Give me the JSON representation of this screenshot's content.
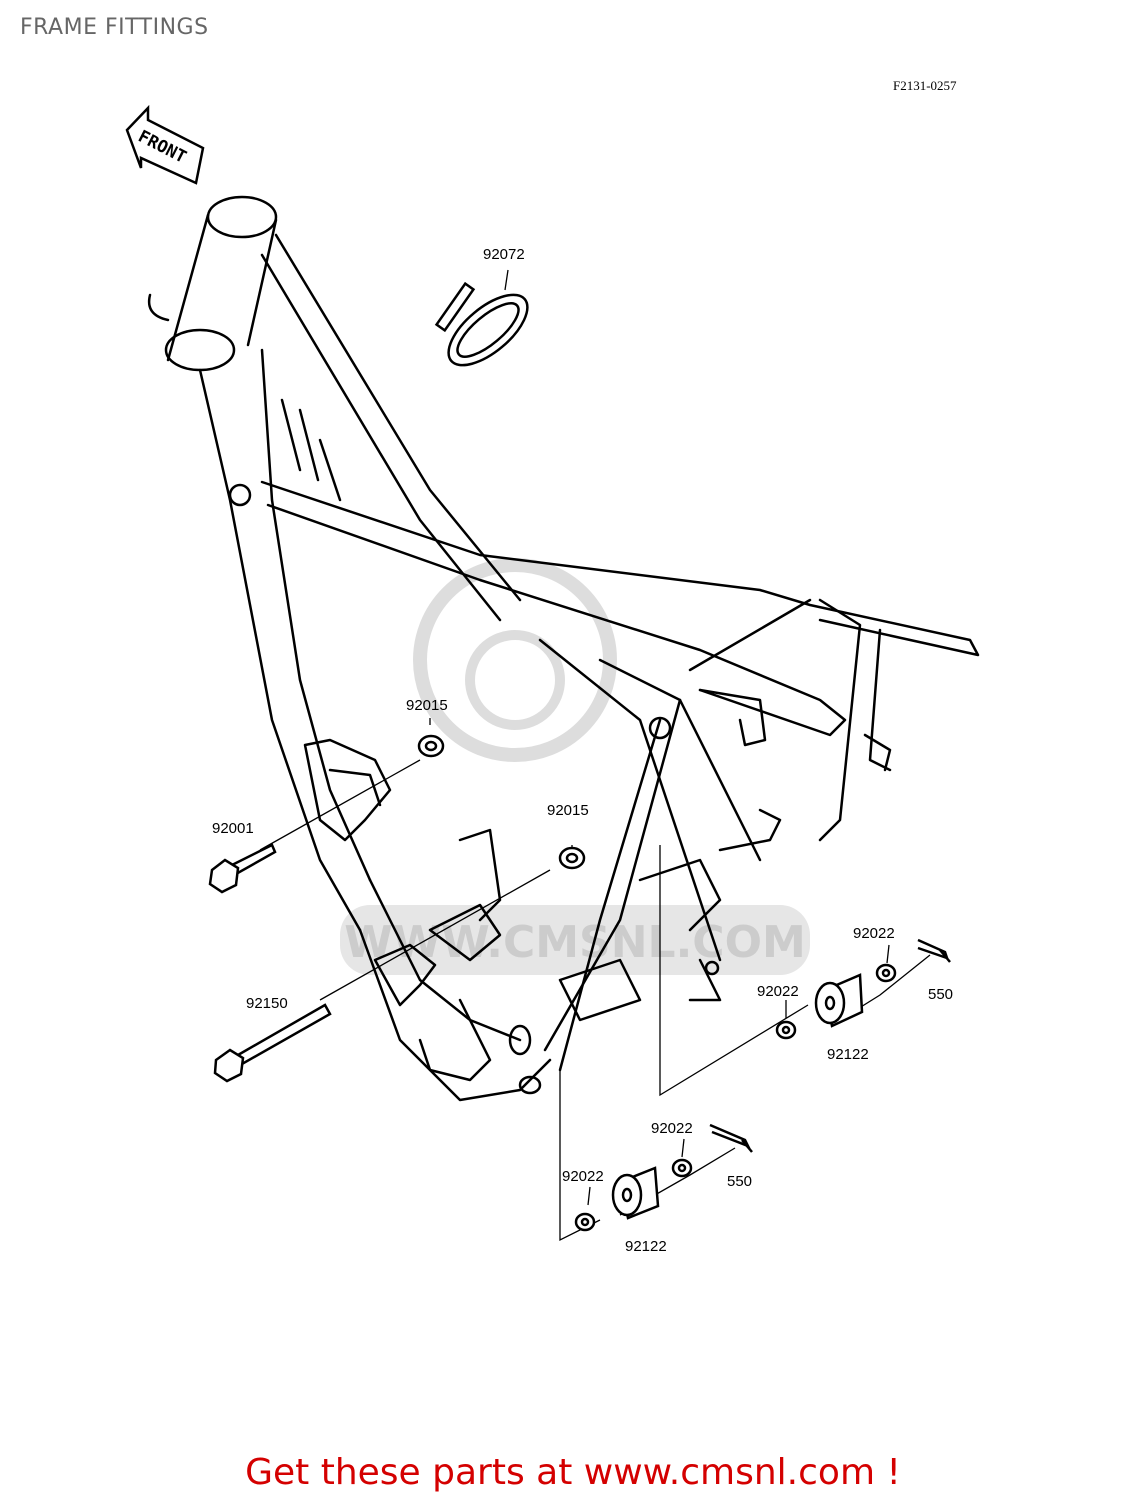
{
  "page": {
    "title": "FRAME FITTINGS",
    "diagram_code": "F2131-0257",
    "call_to_action": "Get these parts at www.cmsnl.com !"
  },
  "diagram": {
    "front_arrow_label": "FRONT",
    "watermark_text": "WWW.CMSNL.COM",
    "part_labels": [
      "92072",
      "92015",
      "92015",
      "92001",
      "92150",
      "92022",
      "92022",
      "550",
      "92122",
      "92022",
      "550",
      "92022",
      "92122"
    ]
  },
  "colors": {
    "line": "#000000",
    "title": "#666666",
    "call_to_action": "#d40000",
    "watermark": "#dddddd"
  }
}
